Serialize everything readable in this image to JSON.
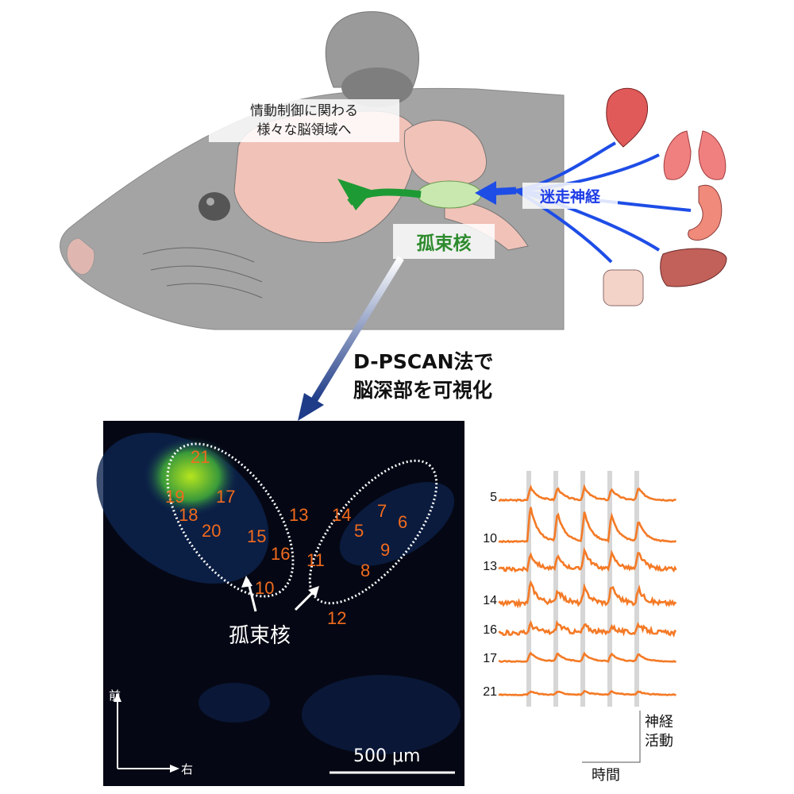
{
  "top": {
    "brain_target_label": [
      "情動制御に関わる",
      "様々な脳領域へ"
    ],
    "nts_label": "孤束核",
    "vagus_label": "迷走神経",
    "method_label": [
      "D-PSCAN法で",
      "脳深部を可視化"
    ],
    "organs": [
      "heart-icon",
      "lungs-icon",
      "stomach-icon",
      "liver-icon",
      "intestine-icon"
    ]
  },
  "image": {
    "cell_labels": [
      "21",
      "19",
      "17",
      "18",
      "20",
      "15",
      "13",
      "16",
      "10",
      "11",
      "14",
      "7",
      "6",
      "5",
      "9",
      "8",
      "12"
    ],
    "nts_label": "孤束核",
    "axis_front": "前",
    "axis_right": "右",
    "scale_bar": "500 μm"
  },
  "traces": {
    "rows": [
      {
        "label": "5",
        "peaks": [
          0.6,
          0.55,
          0.55,
          0.5,
          0.55
        ],
        "noise": 0.03
      },
      {
        "label": "10",
        "peaks": [
          1.6,
          1.3,
          1.3,
          1.2,
          0.95
        ],
        "noise": 0.03
      },
      {
        "label": "13",
        "peaks": [
          0.7,
          0.55,
          0.85,
          0.7,
          0.75
        ],
        "noise": 0.08
      },
      {
        "label": "14",
        "peaks": [
          0.95,
          0.6,
          0.65,
          0.8,
          0.65
        ],
        "noise": 0.1
      },
      {
        "label": "16",
        "peaks": [
          0.4,
          0.45,
          0.35,
          0.3,
          0.4
        ],
        "noise": 0.1
      },
      {
        "label": "17",
        "peaks": [
          0.4,
          0.35,
          0.35,
          0.35,
          0.35
        ],
        "noise": 0.02
      },
      {
        "label": "21",
        "peaks": [
          0.15,
          0.15,
          0.15,
          0.15,
          0.15
        ],
        "noise": 0.02
      }
    ],
    "y_scale_label": [
      "神経",
      "活動"
    ],
    "x_scale_label": "時間",
    "trace_color": "#f47a26"
  }
}
